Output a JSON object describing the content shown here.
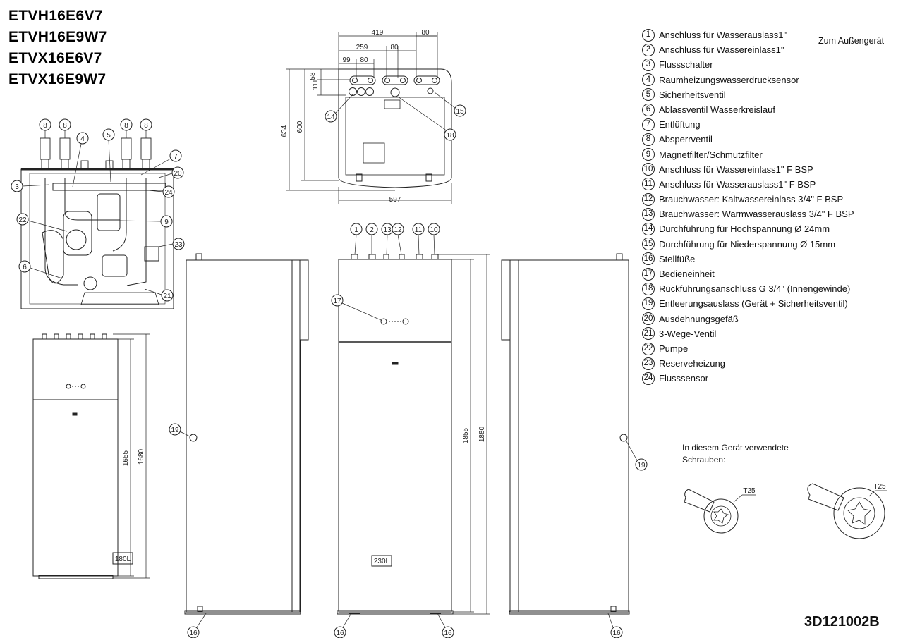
{
  "models": [
    "ETVH16E6V7",
    "ETVH16E9W7",
    "ETVX16E6V7",
    "ETVX16E9W7"
  ],
  "legend": [
    {
      "n": "1",
      "text": "Anschluss für Wasserauslass1\""
    },
    {
      "n": "2",
      "text": "Anschluss für Wassereinlass1\""
    },
    {
      "n": "3",
      "text": "Flussschalter"
    },
    {
      "n": "4",
      "text": "Raumheizungswasserdrucksensor"
    },
    {
      "n": "5",
      "text": "Sicherheitsventil"
    },
    {
      "n": "6",
      "text": "Ablassventil Wasserkreislauf"
    },
    {
      "n": "7",
      "text": "Entlüftung"
    },
    {
      "n": "8",
      "text": "Absperrventil"
    },
    {
      "n": "9",
      "text": "Magnetfilter/Schmutzfilter"
    },
    {
      "n": "10",
      "text": "Anschluss für Wassereinlass1\" F BSP"
    },
    {
      "n": "11",
      "text": "Anschluss für Wasserauslass1\" F BSP"
    },
    {
      "n": "12",
      "text": "Brauchwasser: Kaltwassereinlass 3/4\" F BSP"
    },
    {
      "n": "13",
      "text": "Brauchwasser: Warmwasserauslass 3/4\" F BSP"
    },
    {
      "n": "14",
      "text": "Durchführung für Hochspannung Ø 24mm"
    },
    {
      "n": "15",
      "text": "Durchführung für Niederspannung Ø 15mm"
    },
    {
      "n": "16",
      "text": "Stellfüße"
    },
    {
      "n": "17",
      "text": "Bedieneinheit"
    },
    {
      "n": "18",
      "text": "Rückführungsanschluss G 3/4\" (Innengewinde)"
    },
    {
      "n": "19",
      "text": "Entleerungsauslass (Gerät + Sicherheitsventil)"
    },
    {
      "n": "20",
      "text": "Ausdehnungsgefäß"
    },
    {
      "n": "21",
      "text": "3-Wege-Ventil"
    },
    {
      "n": "22",
      "text": "Pumpe"
    },
    {
      "n": "23",
      "text": "Reserveheizung"
    },
    {
      "n": "24",
      "text": "Flusssensor"
    }
  ],
  "outdoor_label": "Zum Außengerät",
  "screws_note": "In diesem Gerät verwendete Schrauben:",
  "screw_label_1": "T25",
  "screw_label_2": "T25",
  "doc_id": "3D121002B",
  "dims": {
    "top_419": "419",
    "top_80a": "80",
    "top_259": "259",
    "top_80b": "80",
    "top_99": "99",
    "top_80c": "80",
    "top_58": "58",
    "top_111": "111",
    "top_634": "634",
    "top_600": "600",
    "top_597": "597",
    "small_1655": "1655",
    "small_1680": "1680",
    "small_tank": "180L",
    "big_1855": "1855",
    "big_1880": "1880",
    "big_tank": "230L"
  }
}
